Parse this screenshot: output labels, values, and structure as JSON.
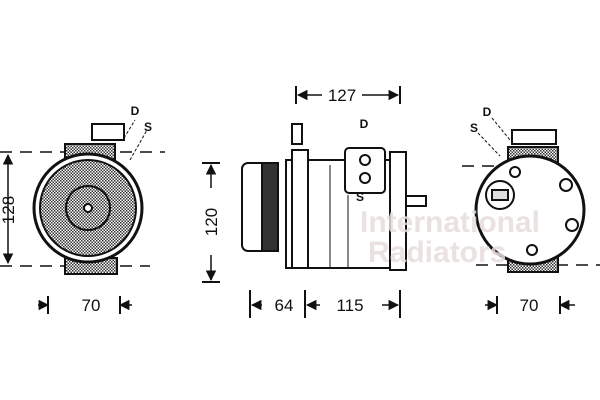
{
  "drawing": {
    "front_view": {
      "height_dim": "128",
      "width_dim": "70",
      "port_discharge": "D",
      "port_suction": "S"
    },
    "side_view": {
      "top_dim": "127",
      "height_dim": "120",
      "pulley_dim": "64",
      "body_dim": "115",
      "port_discharge": "D",
      "port_suction": "S"
    },
    "rear_view": {
      "width_dim": "70",
      "port_discharge": "D",
      "port_suction": "S"
    },
    "watermark": [
      "International",
      "Radiators"
    ]
  }
}
